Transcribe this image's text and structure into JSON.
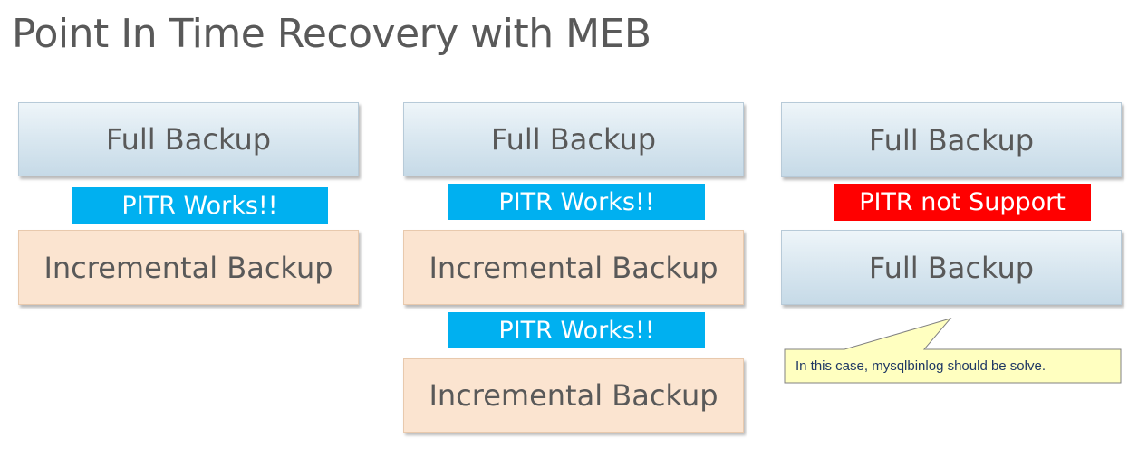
{
  "title": "Point In Time Recovery with MEB",
  "columns": [
    {
      "nodes": [
        "Full Backup",
        "Incremental Backup"
      ],
      "links": [
        "PITR Works!!"
      ]
    },
    {
      "nodes": [
        "Full Backup",
        "Incremental Backup",
        "Incremental Backup"
      ],
      "links": [
        "PITR Works!!",
        "PITR Works!!"
      ]
    },
    {
      "nodes": [
        "Full Backup",
        "Full Backup"
      ],
      "links": [
        "PITR not Support"
      ]
    }
  ],
  "callout": {
    "text": "In  this case, mysqlbinlog should be solve."
  },
  "colors": {
    "ok_tag": "#00b0f0",
    "ng_tag": "#ff0000",
    "full_backup_fill": "#d9e7f0",
    "incremental_backup_fill": "#fbe4d0",
    "callout_fill": "#ffffc0"
  }
}
